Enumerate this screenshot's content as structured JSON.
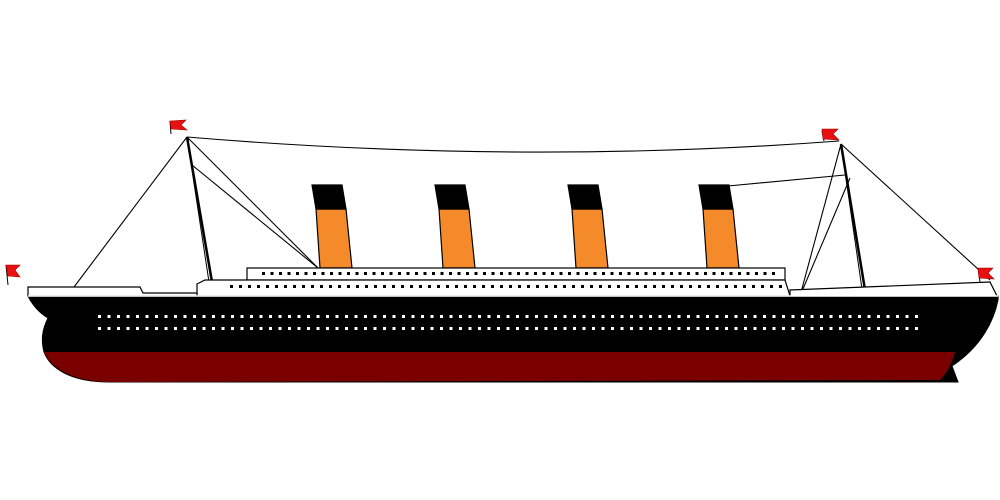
{
  "illustration": {
    "subject": "ocean-liner-side-view",
    "colors": {
      "background": "#ffffff",
      "hull": "#000000",
      "hull_bottom": "#7a0000",
      "deck": "#ffffff",
      "outline": "#000000",
      "funnel": "#f48a2a",
      "funnel_top": "#000000",
      "flag": "#e81010",
      "portholes": "#ffffff",
      "windows": "#000000"
    },
    "counts": {
      "funnels": 4,
      "masts": 2,
      "flags": 4
    }
  }
}
